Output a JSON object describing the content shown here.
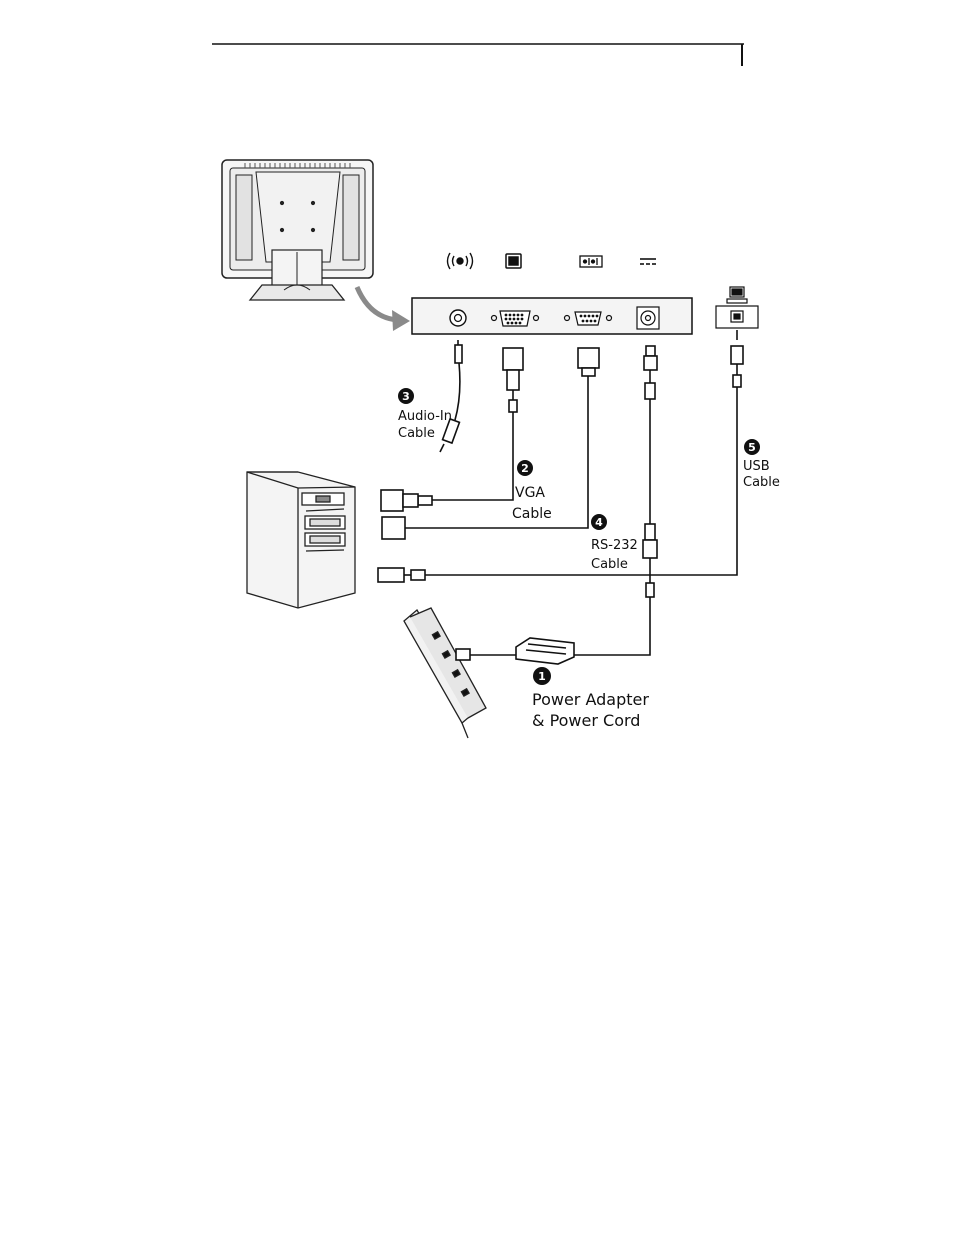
{
  "callouts": [
    {
      "number": "1",
      "line1": "Power Adapter",
      "line2": "& Power Cord"
    },
    {
      "number": "2",
      "line1": "VGA",
      "line2": "Cable"
    },
    {
      "number": "3",
      "line1": "Audio-In",
      "line2": "Cable"
    },
    {
      "number": "4",
      "line1": "RS-232",
      "line2": "Cable"
    },
    {
      "number": "5",
      "line1": "USB",
      "line2": "Cable"
    }
  ],
  "port_icons": [
    "audio-in-icon",
    "vga-port-icon",
    "serial-port-icon",
    "dc-power-icon",
    "computer-icon"
  ],
  "colors": {
    "line": "#111111",
    "panel": "#f4f4f4",
    "arrow": "#8a8a8a"
  }
}
